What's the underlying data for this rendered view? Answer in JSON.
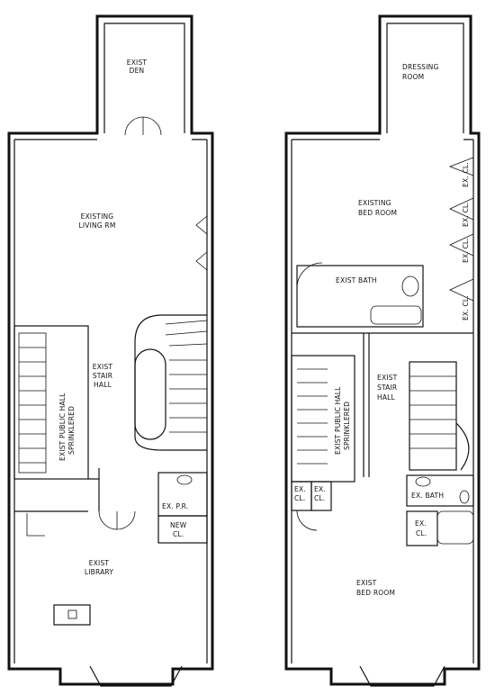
{
  "floors": [
    {
      "rooms": {
        "den": [
          "EXIST",
          "DEN"
        ],
        "living": [
          "EXISTING",
          "LIVING RM"
        ],
        "stair_hall": [
          "EXIST",
          "STAIR",
          "HALL"
        ],
        "public_hall": [
          "EXIST PUBLIC HALL",
          "SPRINKLERED"
        ],
        "powder": "EX. P.R.",
        "new_closet": [
          "NEW",
          "CL."
        ],
        "library": [
          "EXIST",
          "LIBRARY"
        ]
      }
    },
    {
      "rooms": {
        "dressing": [
          "DRESSING",
          "ROOM"
        ],
        "bedroom_top": [
          "EXISTING",
          "BED ROOM"
        ],
        "bath_top": "EXIST BATH",
        "closets_right": [
          "EX. CL.",
          "EX. CL.",
          "EX. CL.",
          "EX. CL."
        ],
        "public_hall": [
          "EXIST PUBLIC HALL",
          "SPRINKLERED"
        ],
        "stair_hall": [
          "EXIST",
          "STAIR",
          "HALL"
        ],
        "closet_a": [
          "EX.",
          "CL."
        ],
        "closet_b": [
          "EX.",
          "CL."
        ],
        "bath_mid": "EX. BATH",
        "closet_c": [
          "EX.",
          "CL."
        ],
        "bedroom_bottom": [
          "EXIST",
          "BED ROOM"
        ]
      }
    }
  ]
}
